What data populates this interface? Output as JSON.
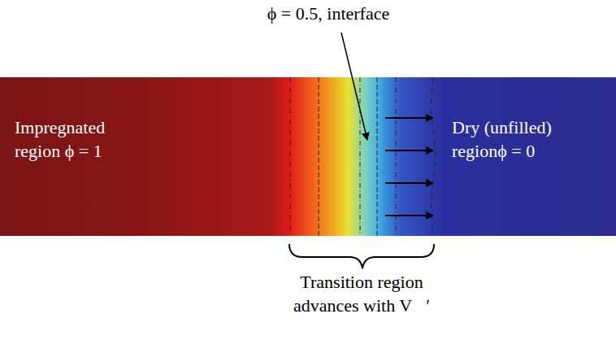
{
  "diagram": {
    "labels": [
      "ϕ = 0.5, interface",
      "Impregnated region ϕ = 1",
      "Dry (unfilled) regionϕ = 0",
      "Transition region advances with V⃗′"
    ]
  }
}
